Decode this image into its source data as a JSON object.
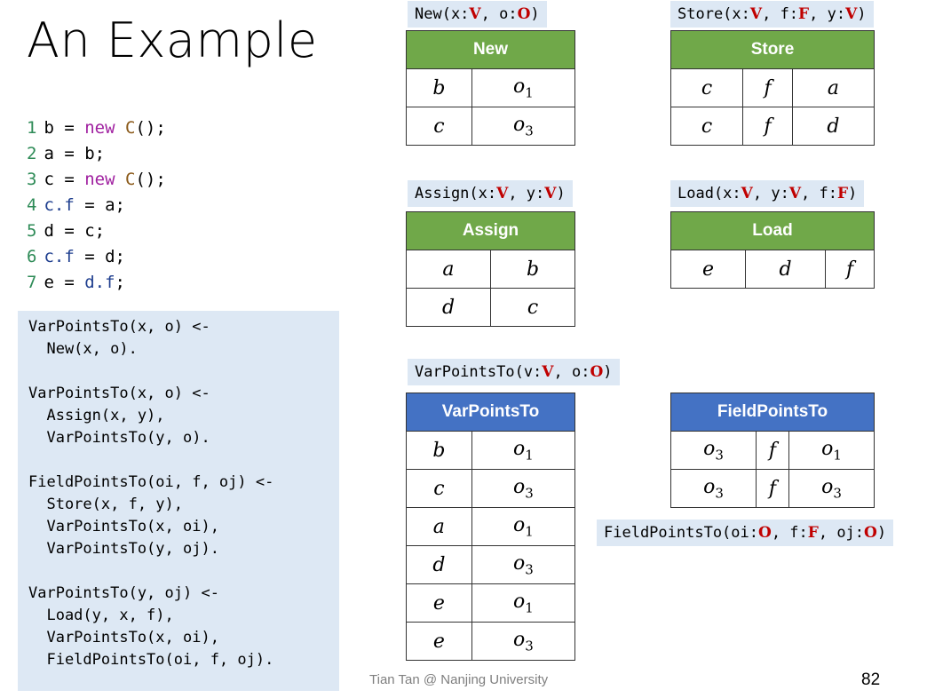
{
  "title": "An Example",
  "code_lines": [
    {
      "n": "1",
      "parts": [
        {
          "t": "b = ",
          "c": ""
        },
        {
          "t": "new",
          "c": "kw"
        },
        {
          "t": " ",
          "c": ""
        },
        {
          "t": "C",
          "c": "cls"
        },
        {
          "t": "();",
          "c": ""
        }
      ]
    },
    {
      "n": "2",
      "parts": [
        {
          "t": "a = b;",
          "c": ""
        }
      ]
    },
    {
      "n": "3",
      "parts": [
        {
          "t": "c = ",
          "c": ""
        },
        {
          "t": "new",
          "c": "kw"
        },
        {
          "t": " ",
          "c": ""
        },
        {
          "t": "C",
          "c": "cls"
        },
        {
          "t": "();",
          "c": ""
        }
      ]
    },
    {
      "n": "4",
      "parts": [
        {
          "t": "c.f",
          "c": "var"
        },
        {
          "t": " = a;",
          "c": ""
        }
      ]
    },
    {
      "n": "5",
      "parts": [
        {
          "t": "d = c;",
          "c": ""
        }
      ]
    },
    {
      "n": "6",
      "parts": [
        {
          "t": "c.f",
          "c": "var"
        },
        {
          "t": " = d;",
          "c": ""
        }
      ]
    },
    {
      "n": "7",
      "parts": [
        {
          "t": "e = ",
          "c": ""
        },
        {
          "t": "d.f",
          "c": "var"
        },
        {
          "t": ";",
          "c": ""
        }
      ]
    }
  ],
  "rules_text": "VarPointsTo(x, o) <-\n  New(x, o).\n\nVarPointsTo(x, o) <-\n  Assign(x, y),\n  VarPointsTo(y, o).\n\nFieldPointsTo(oi, f, oj) <-\n  Store(x, f, y),\n  VarPointsTo(x, oi),\n  VarPointsTo(y, oj).\n\nVarPointsTo(y, oj) <-\n  Load(y, x, f),\n  VarPointsTo(x, oi),\n  FieldPointsTo(oi, f, oj).",
  "signatures": {
    "new": [
      {
        "t": "New(x:"
      },
      {
        "t": "V",
        "typ": true
      },
      {
        "t": ", o:"
      },
      {
        "t": "O",
        "typ": true
      },
      {
        "t": ")"
      }
    ],
    "store": [
      {
        "t": "Store(x:"
      },
      {
        "t": "V",
        "typ": true
      },
      {
        "t": ", f:"
      },
      {
        "t": "F",
        "typ": true
      },
      {
        "t": ", y:"
      },
      {
        "t": "V",
        "typ": true
      },
      {
        "t": ")"
      }
    ],
    "assign": [
      {
        "t": "Assign(x:"
      },
      {
        "t": "V",
        "typ": true
      },
      {
        "t": ", y:"
      },
      {
        "t": "V",
        "typ": true
      },
      {
        "t": ")"
      }
    ],
    "load": [
      {
        "t": "Load(x:"
      },
      {
        "t": "V",
        "typ": true
      },
      {
        "t": ", y:"
      },
      {
        "t": "V",
        "typ": true
      },
      {
        "t": ", f:"
      },
      {
        "t": "F",
        "typ": true
      },
      {
        "t": ")"
      }
    ],
    "varpointsto": [
      {
        "t": "VarPointsTo(v:"
      },
      {
        "t": "V",
        "typ": true
      },
      {
        "t": ", o:"
      },
      {
        "t": "O",
        "typ": true
      },
      {
        "t": ")"
      }
    ],
    "fieldpointsto": [
      {
        "t": "FieldPointsTo(oi:"
      },
      {
        "t": "O",
        "typ": true
      },
      {
        "t": ", f:"
      },
      {
        "t": "F",
        "typ": true
      },
      {
        "t": ", oj:"
      },
      {
        "t": "O",
        "typ": true
      },
      {
        "t": ")"
      }
    ]
  },
  "tables": {
    "new": {
      "header": "New",
      "rows": [
        [
          "b",
          "o1"
        ],
        [
          "c",
          "o3"
        ]
      ]
    },
    "store": {
      "header": "Store",
      "rows": [
        [
          "c",
          "f",
          "a"
        ],
        [
          "c",
          "f",
          "d"
        ]
      ]
    },
    "assign": {
      "header": "Assign",
      "rows": [
        [
          "a",
          "b"
        ],
        [
          "d",
          "c"
        ]
      ]
    },
    "load": {
      "header": "Load",
      "rows": [
        [
          "e",
          "d",
          "f"
        ]
      ]
    },
    "varpointsto": {
      "header": "VarPointsTo",
      "rows": [
        [
          "b",
          "o1"
        ],
        [
          "c",
          "o3"
        ],
        [
          "a",
          "o1"
        ],
        [
          "d",
          "o3"
        ],
        [
          "e",
          "o1"
        ],
        [
          "e",
          "o3"
        ]
      ]
    },
    "fieldpointsto": {
      "header": "FieldPointsTo",
      "rows": [
        [
          "o3",
          "f",
          "o1"
        ],
        [
          "o3",
          "f",
          "o3"
        ]
      ]
    }
  },
  "footer": "Tian Tan @ Nanjing University",
  "page_number": "82",
  "colors": {
    "green_header": "#70a849",
    "blue_header": "#4472c4",
    "type_red": "#c00000",
    "panel_bg": "#dde8f4"
  }
}
